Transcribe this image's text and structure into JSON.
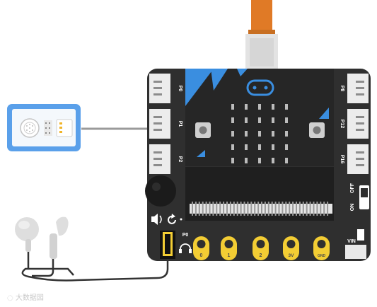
{
  "board": {
    "connectors_left": [
      "P0",
      "P1",
      "P2"
    ],
    "connectors_right": [
      "P8",
      "P12",
      "P16"
    ],
    "pads": [
      "0",
      "1",
      "2",
      "3V",
      "GND"
    ],
    "jack_label": "P0",
    "switch_on": "ON",
    "switch_off": "OFF",
    "vin_label": "VIN"
  },
  "colors": {
    "board": "#2f2f2f",
    "connector": "#ececec",
    "pad_gold": "#f3cd34",
    "accent_blue": "#3a8ee0",
    "led": "#bcbcbc",
    "usb_cable": "#e07a26",
    "sensor_frame": "#5aa0ea",
    "earphone": "#dedede"
  },
  "icons": {
    "sound": "speaker-wave-icon",
    "reset": "reset-arrow-icon",
    "headphone": "headphone-icon"
  },
  "watermark": "大数据园"
}
